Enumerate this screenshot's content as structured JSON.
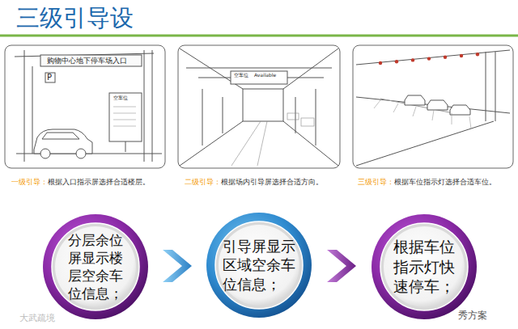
{
  "diagram": {
    "title": "三级引导设",
    "nodes": [
      {
        "text": [
          "分层余位屏显示楼层空余车位信息；"
        ]
      },
      {
        "text": [
          "引导屏显示区域空余车位信息；"
        ]
      },
      {
        "text": [
          "根据车位指示灯快速停车；"
        ]
      }
    ],
    "edges": [
      {
        "from": 0,
        "to": 1,
        "arrow": "to"
      },
      {
        "from": 1,
        "to": 2,
        "arrow": "to"
      }
    ],
    "labels": [
      "购物中心地下停车场入口",
      "P",
      "空车位",
      "空车位",
      "Available",
      "一级引导：",
      "根据入口指示屏选择合适楼层。",
      "二级引导：",
      "根据场内引导屏选择合适方向。",
      "三级引导：",
      "根据车位指示灯选择合适车位。",
      "大武疏境",
      "秀方案"
    ]
  }
}
